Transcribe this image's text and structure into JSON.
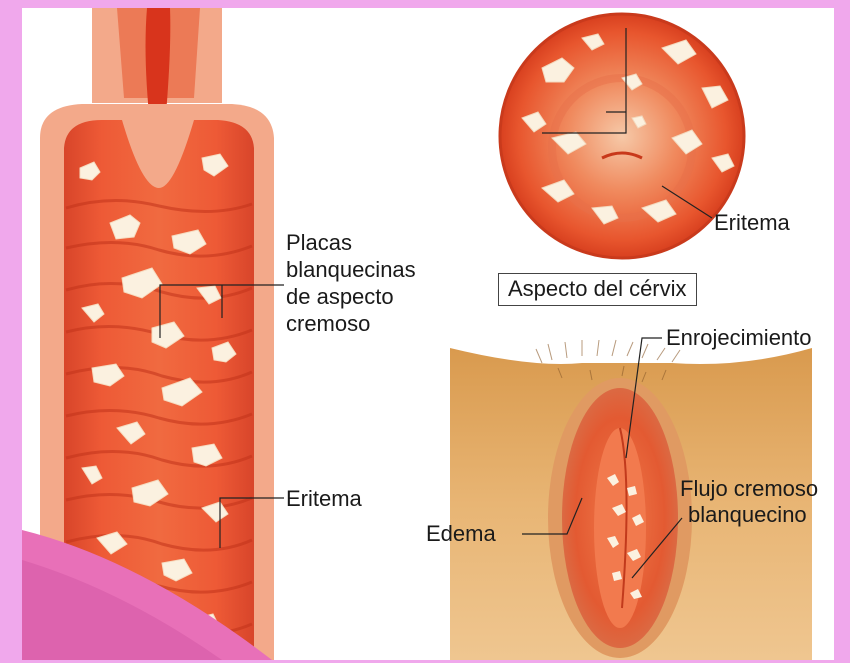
{
  "colors": {
    "page_border": "#f0a8ec",
    "tissue_red": "#ea4a2a",
    "tissue_pink": "#f3a98a",
    "plaque_white": "#fbf1e0",
    "skin": "#e7b06a",
    "corner_accent": "#e870b8"
  },
  "labels": {
    "placas_line1": "Placas",
    "placas_line2": "blanquecinas",
    "placas_line3": "de aspecto",
    "placas_line4": "cremoso",
    "eritema_left": "Eritema",
    "eritema_cervix": "Eritema",
    "aspecto_cervix": "Aspecto del cérvix",
    "enrojecimiento": "Enrojecimiento",
    "flujo_line1": "Flujo cremoso",
    "flujo_line2": "blanquecino",
    "edema": "Edema"
  }
}
